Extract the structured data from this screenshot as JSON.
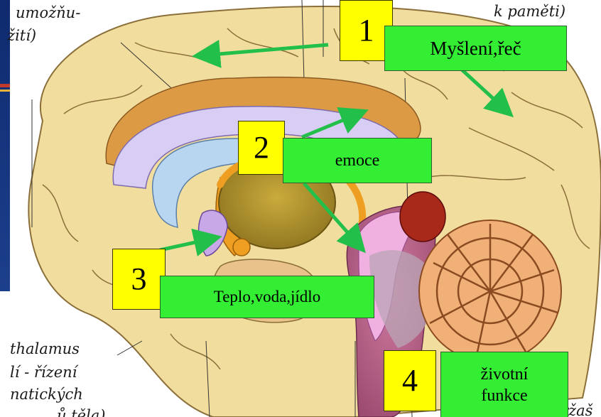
{
  "labels": {
    "num1": "1",
    "num2": "2",
    "num3": "3",
    "num4": "4",
    "thinking": "Myšlení,řeč",
    "emotion": "emoce",
    "homeostasis": "Teplo,voda,jídlo",
    "vital_line1": "životní",
    "vital_line2": "funkce"
  },
  "side_text": {
    "top_left_1": "umožňu-",
    "top_left_2": "žití)",
    "top_right": "k paměti)",
    "bottom_left_1": "thalamus",
    "bottom_left_2": "lí - řízení",
    "bottom_left_3": "natických",
    "bottom_left_4": "ů těla)",
    "bottom_right": "ržaš"
  },
  "colors": {
    "number_box": "#ffff00",
    "label_box": "#33ee33",
    "arrow": "#22c04a",
    "cortex": "#f1dd9d",
    "gyrus_orange": "#dd9a44",
    "thalamus": "#b89a2a",
    "ventricle": "#c8a8f0",
    "cerebellum": "#f0b078",
    "brainstem": "#e4a6d8"
  }
}
